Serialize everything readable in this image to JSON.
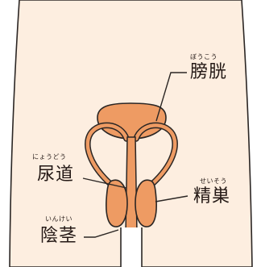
{
  "colors": {
    "skin": "#fdeee0",
    "organ": "#ee9b63",
    "outline": "#2b2624",
    "text": "#231815"
  },
  "labels": {
    "bladder": {
      "ruby": "ぼうこう",
      "kanji": "膀胱"
    },
    "urethra": {
      "ruby": "にょうどう",
      "kanji": "尿道"
    },
    "seminal_vesicle": {
      "ruby": "せいそう",
      "kanji": "精巣"
    },
    "penis": {
      "ruby": "いんけい",
      "kanji": "陰茎"
    }
  }
}
